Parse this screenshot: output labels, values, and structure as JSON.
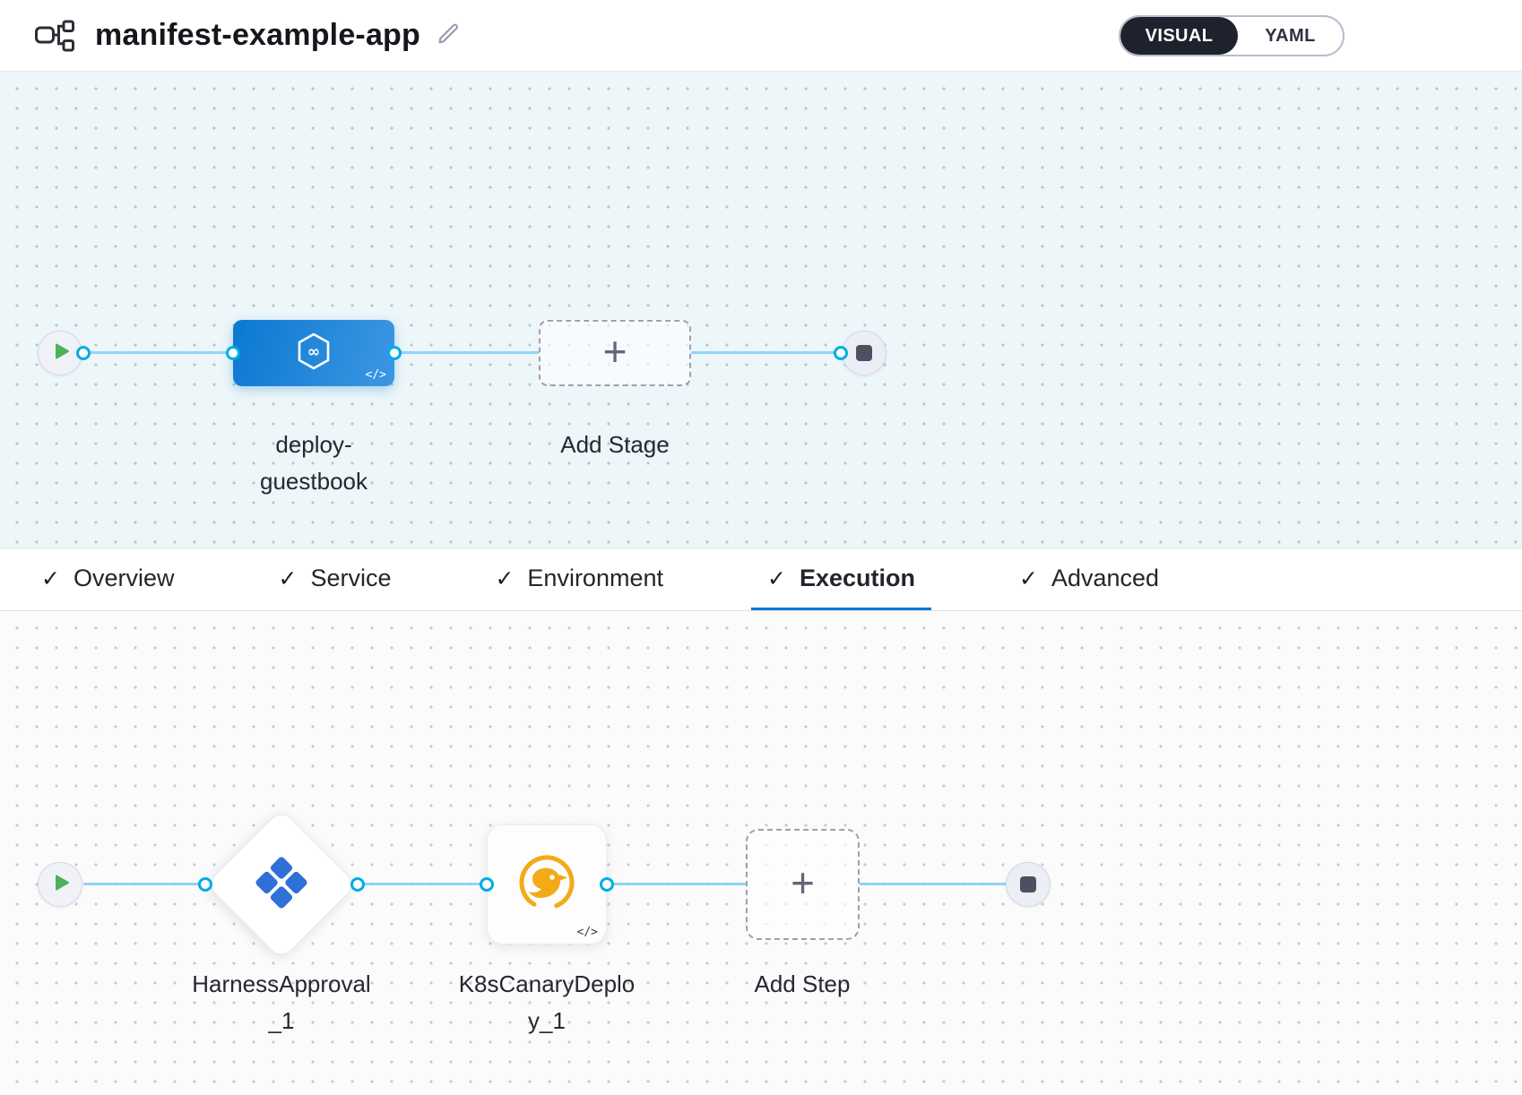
{
  "header": {
    "title": "manifest-example-app",
    "view_toggle": {
      "options": [
        "VISUAL",
        "YAML"
      ],
      "selected": "VISUAL"
    }
  },
  "icons": {
    "check": "✓",
    "plus": "+",
    "infinity": "∞",
    "code_badge": "</>"
  },
  "stage_pipeline": {
    "stage_label": "deploy-guestbook",
    "add_stage_label": "Add Stage"
  },
  "tabs": {
    "items": [
      {
        "label": "Overview",
        "active": false
      },
      {
        "label": "Service",
        "active": false
      },
      {
        "label": "Environment",
        "active": false
      },
      {
        "label": "Execution",
        "active": true
      },
      {
        "label": "Advanced",
        "active": false
      }
    ]
  },
  "execution": {
    "steps": [
      {
        "label": "HarnessApproval_1",
        "type": "approval"
      },
      {
        "label": "K8sCanaryDeploy_1",
        "type": "k8s-canary"
      }
    ],
    "add_step_label": "Add Step"
  },
  "colors": {
    "accent_blue": "#0278d5",
    "connector_blue": "#8fd3f9",
    "dot_blue": "#00ade4",
    "stage_blue_start": "#0b79d0",
    "stage_blue_end": "#3c97e4",
    "toggle_dark": "#1d222c",
    "play_green": "#4db05a",
    "approval_blue": "#2f6fd8",
    "canary_yellow": "#f2ab17"
  }
}
